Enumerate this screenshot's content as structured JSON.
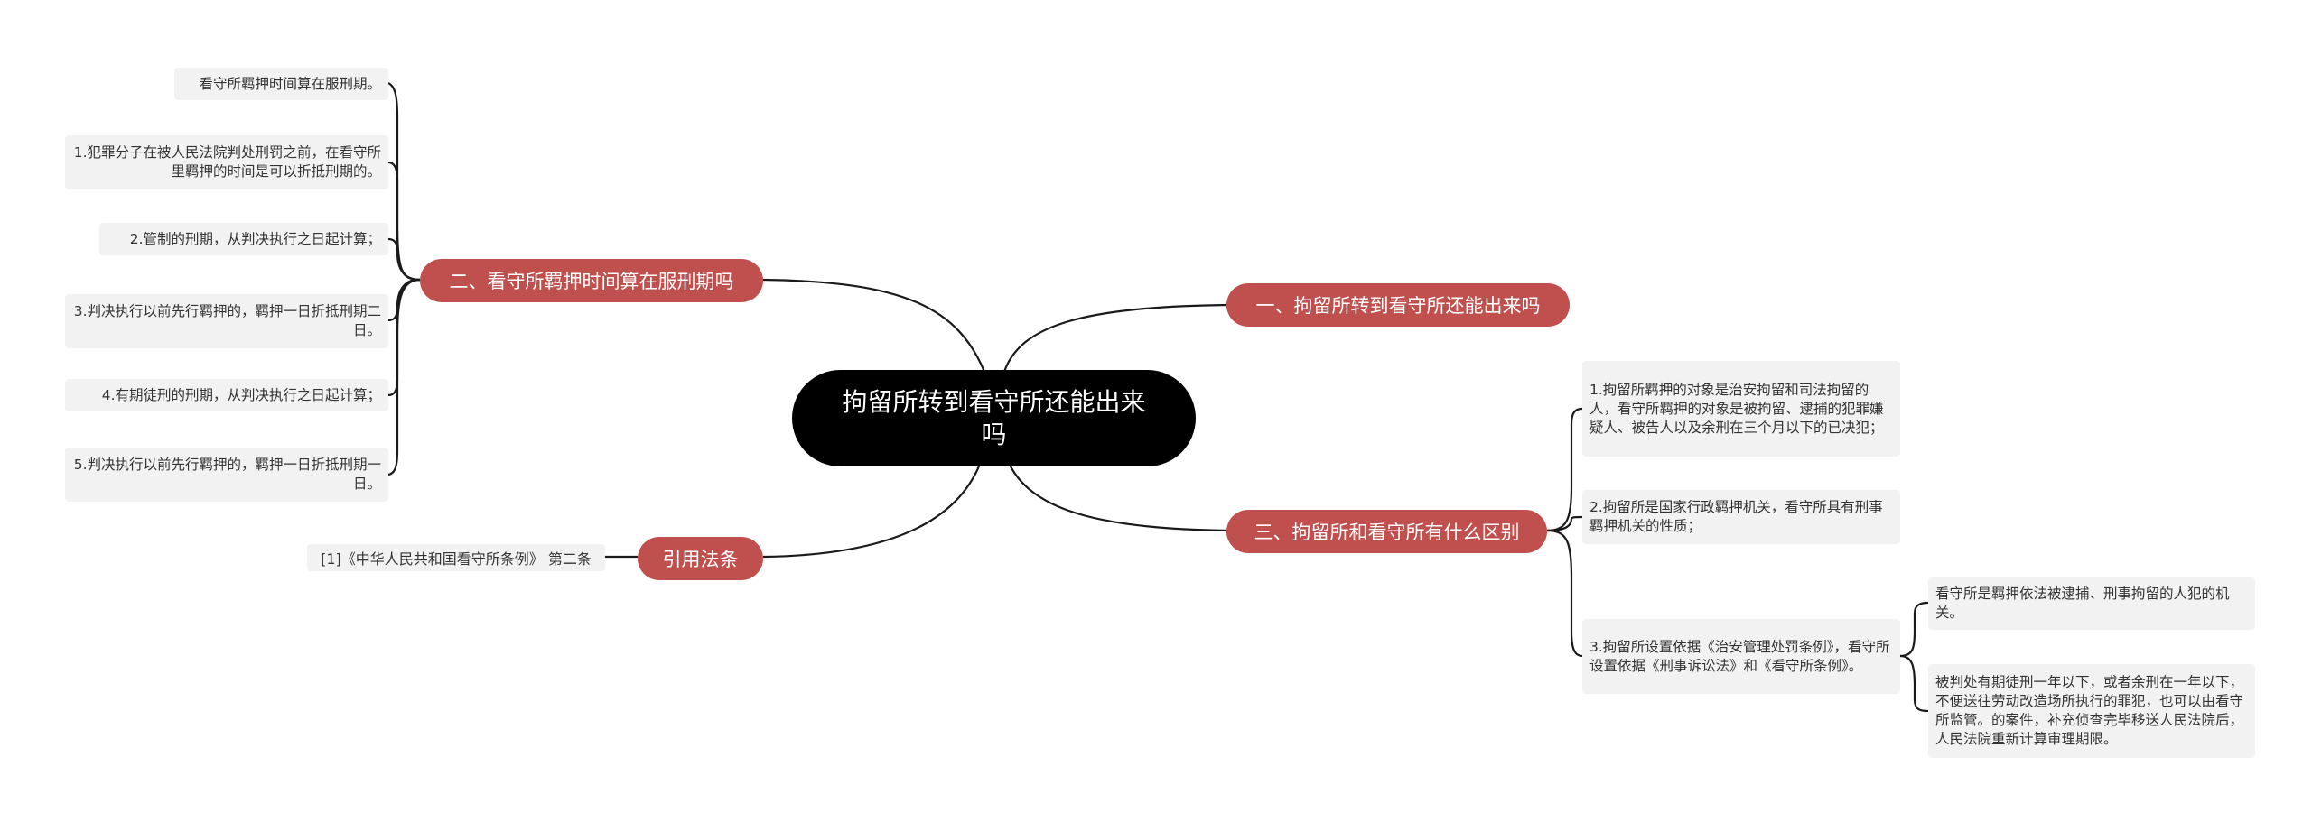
{
  "root": {
    "title": "拘留所转到看守所还能出来吗"
  },
  "branches": {
    "b1": {
      "label": "一、拘留所转到看守所还能出来吗"
    },
    "b2": {
      "label": "二、看守所羁押时间算在服刑期吗"
    },
    "b3": {
      "label": "三、拘留所和看守所有什么区别"
    },
    "b4": {
      "label": "引用法条"
    }
  },
  "leaves_b2": [
    "看守所羁押时间算在服刑期。",
    "1.犯罪分子在被人民法院判处刑罚之前，在看守所里羁押的时间是可以折抵刑期的。",
    "2.管制的刑期，从判决执行之日起计算；",
    "3.判决执行以前先行羁押的，羁押一日折抵刑期二日。",
    "4.有期徒刑的刑期，从判决执行之日起计算；",
    "5.判决执行以前先行羁押的，羁押一日折抵刑期一日。"
  ],
  "leaves_b3": [
    "1.拘留所羁押的对象是治安拘留和司法拘留的人，看守所羁押的对象是被拘留、逮捕的犯罪嫌疑人、被告人以及余刑在三个月以下的已决犯；",
    "2.拘留所是国家行政羁押机关，看守所具有刑事羁押机关的性质；",
    "3.拘留所设置依据《治安管理处罚条例》，看守所设置依据《刑事诉讼法》和《看守所条例》。"
  ],
  "leaves_b3_3": [
    "看守所是羁押依法被逮捕、刑事拘留的人犯的机关。",
    "被判处有期徒刑一年以下，或者余刑在一年以下，不便送往劳动改造场所执行的罪犯，也可以由看守所监管。的案件，补充侦查完毕移送人民法院后，人民法院重新计算审理期限。"
  ],
  "reference": "[1]《中华人民共和国看守所条例》 第二条",
  "colors": {
    "root": "#000000",
    "branch": "#c0504d",
    "leaf": "#f2f2f2",
    "line": "#1a1a1a"
  }
}
